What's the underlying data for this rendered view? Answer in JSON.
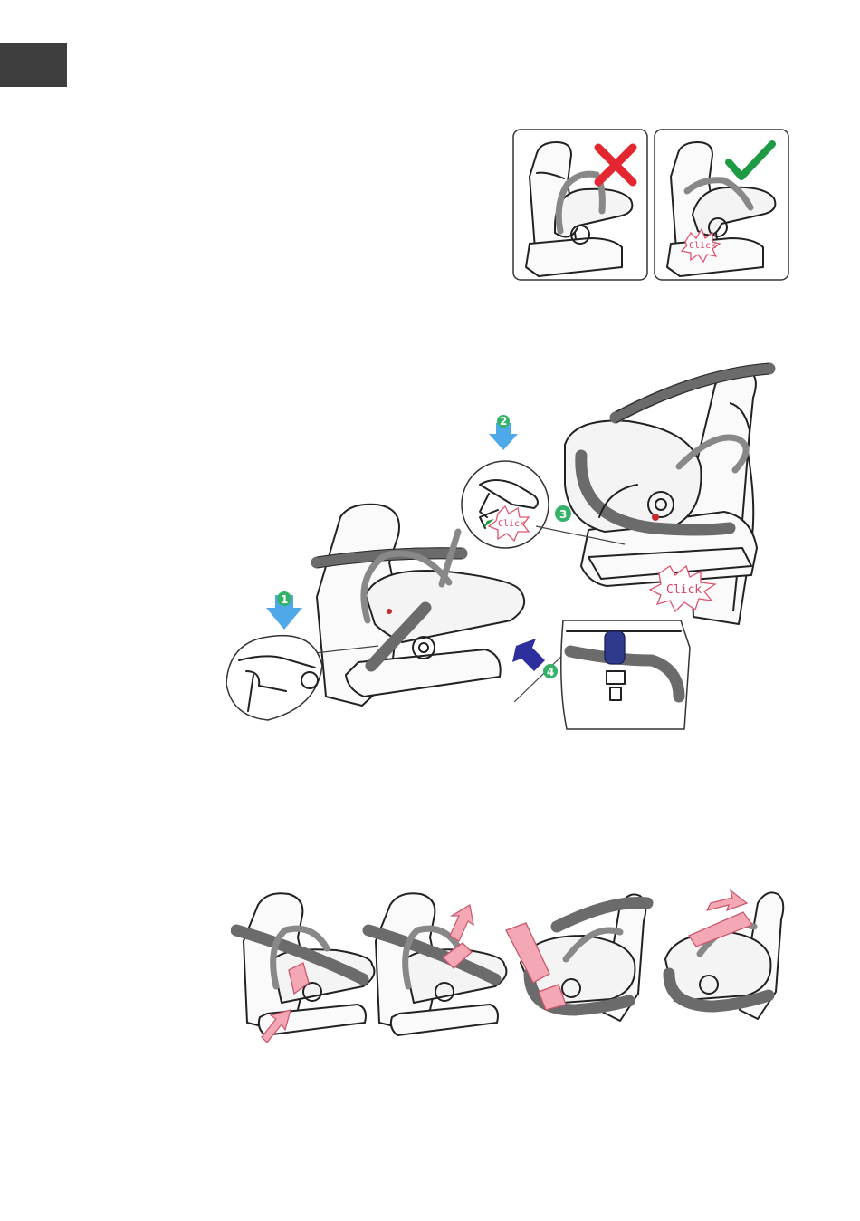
{
  "page": {
    "tab_color": "#3e3e3e"
  },
  "check_figure": {
    "wrong_panel": {
      "status_icon": "cross-icon",
      "color": "#e3262f"
    },
    "right_panel": {
      "status_icon": "check-icon",
      "color": "#1f9a44",
      "click_label": "Click"
    }
  },
  "install_figure": {
    "steps": [
      {
        "number": "1",
        "color": "#35b26a",
        "arrow_color": "#4fa8e8"
      },
      {
        "number": "2",
        "color": "#35b26a",
        "arrow_color": "#4fa8e8"
      },
      {
        "number": "3",
        "color": "#35b26a"
      },
      {
        "number": "4",
        "color": "#35b26a",
        "arrow_color": "#2e2e9e"
      }
    ],
    "click_labels": [
      "Click",
      "Click"
    ]
  },
  "belt_steps_figure": {
    "panel_count": 4,
    "highlight_color": "#f4a7b4"
  }
}
